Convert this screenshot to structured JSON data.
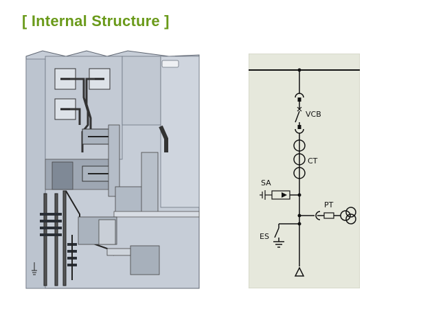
{
  "header": {
    "title": "[ Internal Structure ]"
  },
  "diagram": {
    "labels": {
      "vcb": "VCB",
      "ct": "CT",
      "sa": "SA",
      "pt": "PT",
      "es": "ES"
    }
  },
  "colors": {
    "title": "#6a9a1a",
    "panel_background": "#e6e8dc",
    "cabinet_fill": "#c9d0da",
    "line": "#111111"
  }
}
